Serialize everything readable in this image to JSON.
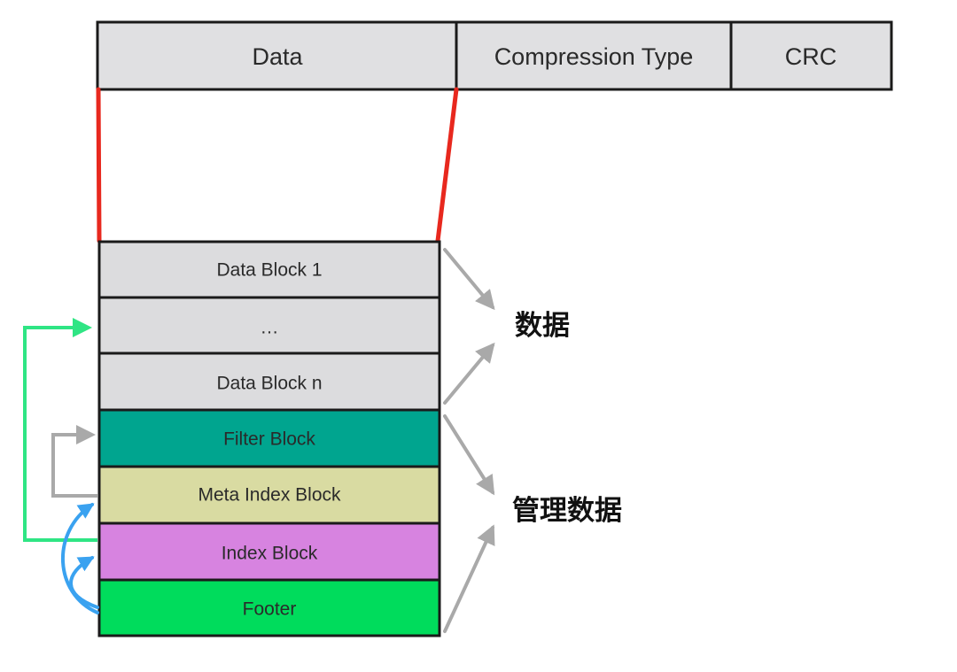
{
  "record_header": {
    "cells": [
      {
        "label": "Data"
      },
      {
        "label": "Compression Type"
      },
      {
        "label": "CRC"
      }
    ],
    "fill": "#e0e0e2"
  },
  "blocks": [
    {
      "label": "Data Block 1",
      "fill": "#dcdcde"
    },
    {
      "label": "…",
      "fill": "#dcdcde"
    },
    {
      "label": "Data Block n",
      "fill": "#dcdcde"
    },
    {
      "label": "Filter Block",
      "fill": "#00a58f"
    },
    {
      "label": "Meta Index Block",
      "fill": "#d9dba2"
    },
    {
      "label": "Index Block",
      "fill": "#d783e0"
    },
    {
      "label": "Footer",
      "fill": "#00dc5c"
    }
  ],
  "groups": {
    "data": {
      "label": "数据"
    },
    "management": {
      "label": "管理数据"
    }
  },
  "colors": {
    "outline": "#1a1a1a",
    "zoom_lines": "#e8281e",
    "group_arrows": "#a9a9a9",
    "index_pointer": "#2fe584",
    "filter_pointer": "#a9a9a9",
    "footer_pointers": "#3aa2f0"
  }
}
